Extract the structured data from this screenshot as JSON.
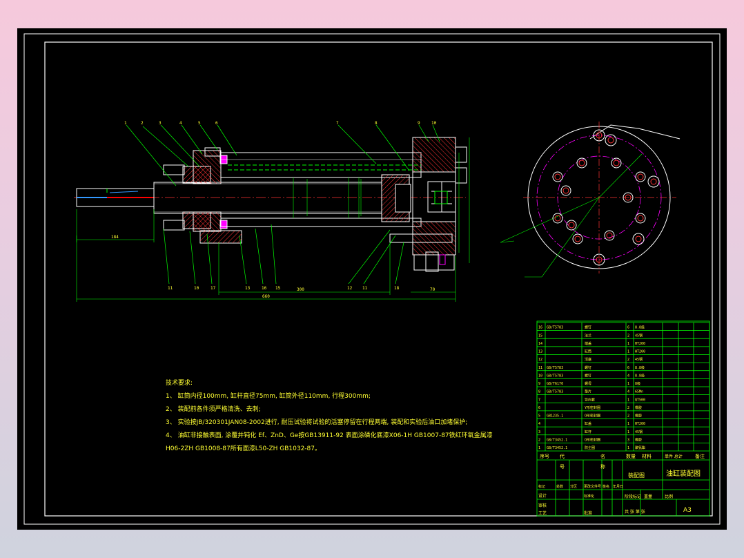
{
  "tech_requirements": {
    "title": "技术要求:",
    "lines": [
      "1、 缸筒内径100mm, 缸杆直径75mm, 缸筒外径110mm, 行程300mm;",
      "2、 装配前各件须严格清洗、去刺;",
      "3、 实验按JB/320301JAN08-2002进行, 耐压试验将试验的活塞停留在行程两端, 装配和实验后油口加堵保护;",
      "4、 油缸非接触表面, 涂覆并钝化 Ef、ZnD、Ge按GB13911-92 表面涂磷化底漆X06-1H GB1007-87铁红环氧金属漆",
      "H06-2ZH GB1008-87所有面漆L50-ZH GB1032-87。"
    ]
  },
  "dimensions": {
    "length_total": "660",
    "stroke": "300",
    "shaft_len": "184",
    "flange": "70"
  },
  "title_block": {
    "header": {
      "seq": "序号",
      "code": "代",
      "name": "名",
      "qty": "数量",
      "material": "材料",
      "weight": "单件 总计",
      "note": "备注"
    },
    "code_sub": "号",
    "name_sub": "称",
    "drawing_name": "装配图",
    "assembly_label": "油缸装配图",
    "sheet_size": "A3",
    "sign_labels": [
      "标记",
      "处数",
      "分区",
      "更改文件号",
      "签名",
      "年月日"
    ],
    "role_labels": [
      "设计",
      "标准化",
      "审核",
      "工艺",
      "批准"
    ],
    "stage_labels": [
      "阶段标记",
      "重量",
      "比例"
    ],
    "sheet_labels": [
      "共 张 第 张"
    ],
    "rows": [
      {
        "no": "16",
        "code": "GB/T5783",
        "name": "螺钉",
        "qty": "6",
        "mat": "8.8级"
      },
      {
        "no": "15",
        "code": "",
        "name": "法兰",
        "qty": "2",
        "mat": "45钢"
      },
      {
        "no": "14",
        "code": "",
        "name": "端盖",
        "qty": "1",
        "mat": "HT200"
      },
      {
        "no": "13",
        "code": "",
        "name": "缸筒",
        "qty": "1",
        "mat": "HT200"
      },
      {
        "no": "12",
        "code": "",
        "name": "活塞",
        "qty": "2",
        "mat": "45钢"
      },
      {
        "no": "11",
        "code": "GB/T5783",
        "name": "螺钉",
        "qty": "6",
        "mat": "8.8级"
      },
      {
        "no": "10",
        "code": "GB/T5783",
        "name": "螺钉",
        "qty": "4",
        "mat": "8.8级"
      },
      {
        "no": "9",
        "code": "GB/T6170",
        "name": "螺母",
        "qty": "1",
        "mat": "8级"
      },
      {
        "no": "8",
        "code": "GB/T5783",
        "name": "垫片",
        "qty": "4",
        "mat": "65Mn"
      },
      {
        "no": "7",
        "code": "",
        "name": "导向套",
        "qty": "1",
        "mat": "QT500"
      },
      {
        "no": "6",
        "code": "",
        "name": "Y形密封圈",
        "qty": "2",
        "mat": "橡胶"
      },
      {
        "no": "5",
        "code": "GB1235.1",
        "name": "O形密封圈",
        "qty": "2",
        "mat": "橡胶"
      },
      {
        "no": "4",
        "code": "",
        "name": "缸盖",
        "qty": "1",
        "mat": "HT200"
      },
      {
        "no": "3",
        "code": "",
        "name": "缸杆",
        "qty": "1",
        "mat": "45钢"
      },
      {
        "no": "2",
        "code": "GB/T3452.1",
        "name": "O形密封圈",
        "qty": "3",
        "mat": "橡胶"
      },
      {
        "no": "1",
        "code": "GB/T3452.1",
        "name": "防尘圈",
        "qty": "1",
        "mat": "聚氨酯"
      }
    ]
  },
  "colors": {
    "line": "#00ff00",
    "outline": "#ffffff",
    "text": "#ffff33",
    "hatch": "#ff0000",
    "center": "#ff00ff",
    "dim": "#00ffff"
  }
}
